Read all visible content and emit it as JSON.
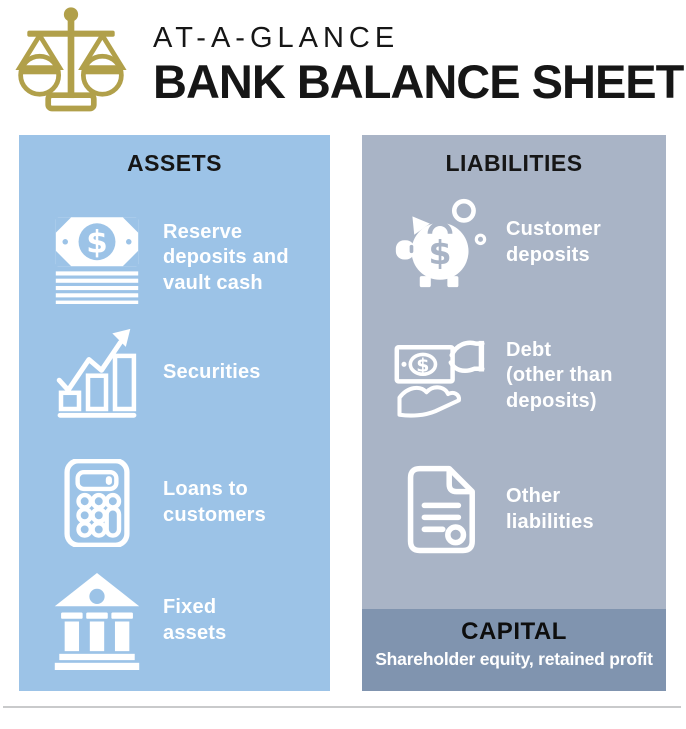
{
  "header": {
    "kicker": "AT-A-GLANCE",
    "title": "BANK BALANCE SHEET",
    "logo_icon": "balance-scale-icon"
  },
  "assets": {
    "title": "ASSETS",
    "items": [
      {
        "icon": "cash-stack-icon",
        "label": "Reserve\ndeposits and\nvault cash"
      },
      {
        "icon": "growth-chart-icon",
        "label": "Securities"
      },
      {
        "icon": "calculator-icon",
        "label": "Loans to\ncustomers"
      },
      {
        "icon": "bank-building-icon",
        "label": "Fixed\nassets"
      }
    ]
  },
  "liabilities": {
    "title": "LIABILITIES",
    "items": [
      {
        "icon": "piggy-bank-icon",
        "label": "Customer\ndeposits"
      },
      {
        "icon": "cash-in-hand-icon",
        "label": "Debt\n(other than\ndeposits)"
      },
      {
        "icon": "document-icon",
        "label": "Other\nliabilities"
      }
    ],
    "capital": {
      "title": "CAPITAL",
      "subtitle": "Shareholder equity, retained profit"
    }
  },
  "colors": {
    "assets_bg": "#9CC3E7",
    "liabilities_bg": "#A9B4C6",
    "capital_bg": "#8094AF",
    "gold": "#B1A04A",
    "divider": "#C9CACB",
    "heading_text": "#161616",
    "label_text": "#FFFFFF"
  }
}
